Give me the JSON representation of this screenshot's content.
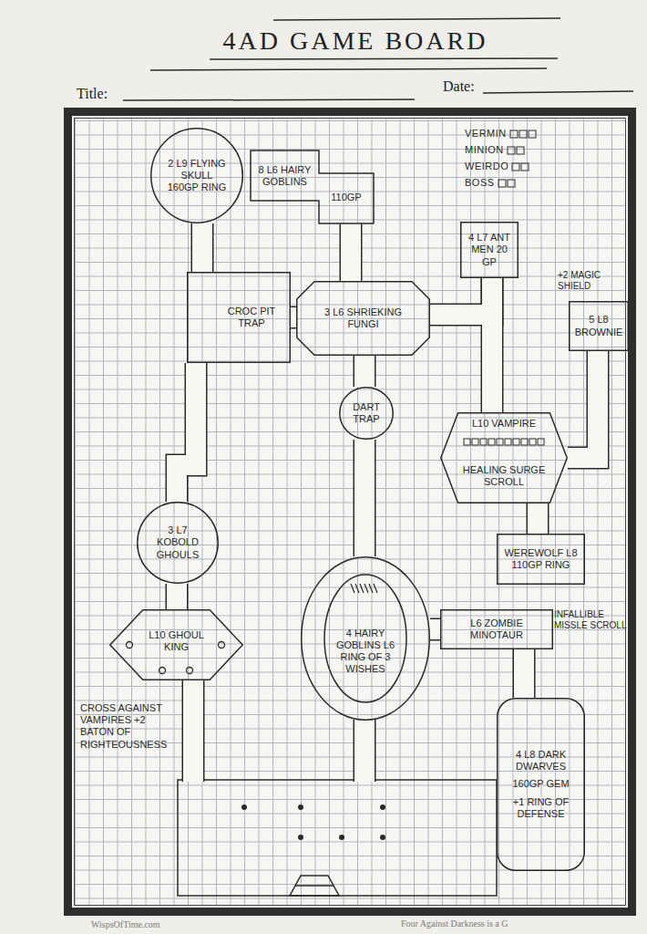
{
  "diagram": {
    "title": "4AD GAME BOARD",
    "nodes": [
      {
        "text": [
          "2 L9 FLYING SKULL",
          "160GP RING"
        ]
      },
      {
        "text": [
          "8 L6 HAIRY GOBLINS",
          "110GP"
        ]
      },
      {
        "text": [
          "4 L7 ANT MEN 20 GP"
        ]
      },
      {
        "text": [
          "CROC PIT TRAP"
        ]
      },
      {
        "text": [
          "3 L6 SHRIEKING FUNGI"
        ]
      },
      {
        "text": [
          "5 L8 BROWNIE"
        ]
      },
      {
        "text": [
          "DART TRAP"
        ]
      },
      {
        "text": [
          "L10 VAMPIRE",
          "HEALING SURGE SCROLL"
        ]
      },
      {
        "text": [
          "3 L7 KOBOLD GHOULS"
        ]
      },
      {
        "text": [
          "WEREWOLF L8 110GP RING"
        ]
      },
      {
        "text": [
          "4 HAIRY GOBLINS L6 RING OF 3 WISHES"
        ]
      },
      {
        "text": [
          "L6 ZOMBIE MINOTAUR"
        ]
      },
      {
        "text": [
          "L10 GHOUL KING"
        ]
      },
      {
        "text": [
          "4 L8 DARK DWARVES",
          "160GP GEM",
          "+1 RING OF DEFENSE"
        ]
      }
    ],
    "edges": [
      {
        "from": 0,
        "to": 3,
        "arrow": "none"
      },
      {
        "from": 1,
        "to": 4,
        "arrow": "none"
      },
      {
        "from": 3,
        "to": 4,
        "arrow": "none"
      },
      {
        "from": 4,
        "to": 2,
        "arrow": "none"
      },
      {
        "from": 2,
        "to": 7,
        "arrow": "none"
      },
      {
        "from": 5,
        "to": 7,
        "arrow": "none"
      },
      {
        "from": 3,
        "to": 8,
        "arrow": "none"
      },
      {
        "from": 4,
        "to": 6,
        "arrow": "none"
      },
      {
        "from": 7,
        "to": 9,
        "arrow": "none"
      },
      {
        "from": 6,
        "to": 10,
        "arrow": "none"
      },
      {
        "from": 8,
        "to": 12,
        "arrow": "none"
      },
      {
        "from": 10,
        "to": 11,
        "arrow": "none"
      },
      {
        "from": 11,
        "to": 13,
        "arrow": "none"
      }
    ],
    "labels": [
      "Title:",
      "Date:",
      "+2 MAGIC SHIELD",
      "INFALLIBLE MISSLE SCROLL",
      "CROSS AGAINST VAMPIRES +2 BATON OF RIGHTEOUSNESS",
      "WispsOfTime.com",
      "Four Against Darkness is a G"
    ],
    "legend": [
      {
        "text": "VERMIN"
      },
      {
        "text": "MINION"
      },
      {
        "text": "WEIRDO"
      },
      {
        "text": "BOSS"
      }
    ]
  }
}
